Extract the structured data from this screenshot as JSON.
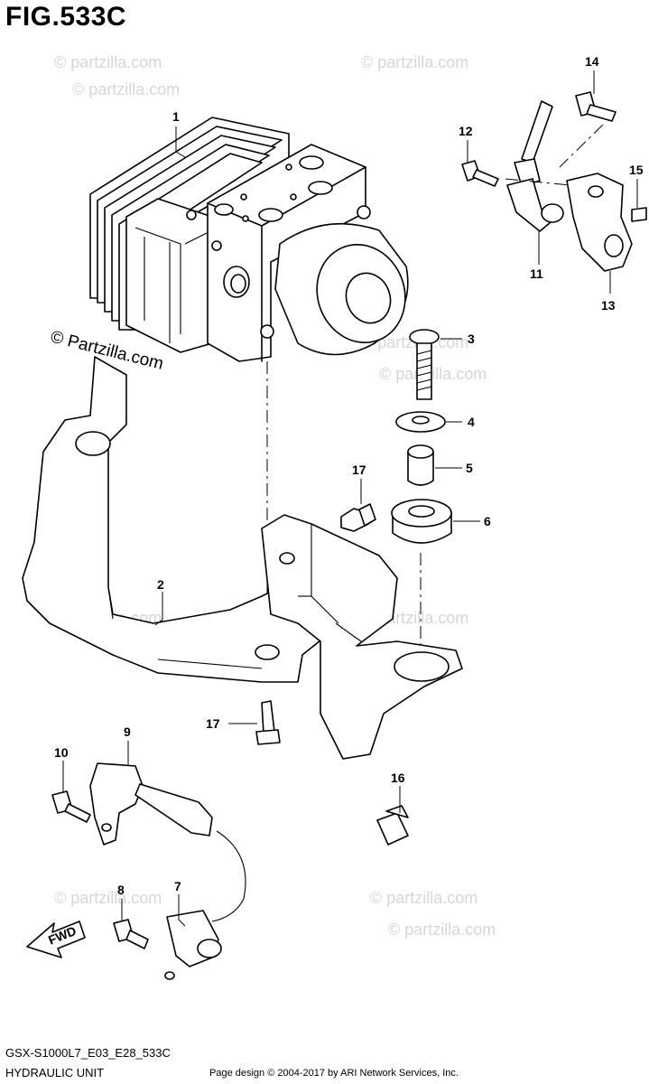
{
  "figure": {
    "title": "FIG.533C",
    "code": "GSX-S1000L7_E03_E28_533C",
    "name": "HYDRAULIC UNIT",
    "credit": "Page design © 2004-2017 by ARI Network Services, Inc."
  },
  "watermark": {
    "primary": "© Partzilla.com",
    "faint": "© partzilla.com"
  },
  "direction_label": "FWD",
  "callouts": [
    {
      "id": "1",
      "label": "1"
    },
    {
      "id": "2",
      "label": "2"
    },
    {
      "id": "3",
      "label": "3"
    },
    {
      "id": "4",
      "label": "4"
    },
    {
      "id": "5",
      "label": "5"
    },
    {
      "id": "6",
      "label": "6"
    },
    {
      "id": "7",
      "label": "7"
    },
    {
      "id": "8",
      "label": "8"
    },
    {
      "id": "9",
      "label": "9"
    },
    {
      "id": "10",
      "label": "10"
    },
    {
      "id": "11",
      "label": "11"
    },
    {
      "id": "12",
      "label": "12"
    },
    {
      "id": "13",
      "label": "13"
    },
    {
      "id": "14",
      "label": "14"
    },
    {
      "id": "15",
      "label": "15"
    },
    {
      "id": "16",
      "label": "16"
    },
    {
      "id": "17a",
      "label": "17"
    },
    {
      "id": "17b",
      "label": "17"
    }
  ]
}
